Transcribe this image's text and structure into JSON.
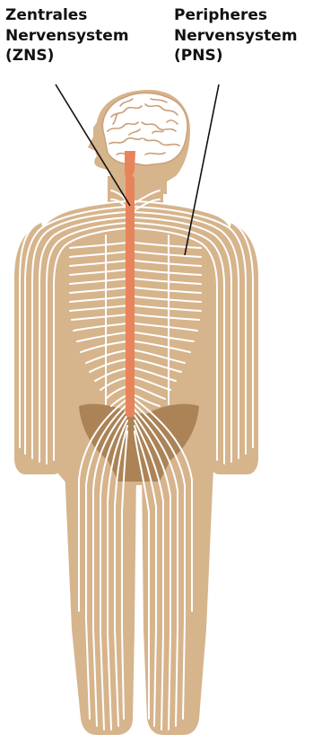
{
  "labels": {
    "cns": {
      "line1": "Zentrales",
      "line2": "Nervensystem",
      "line3": "(ZNS)"
    },
    "pns": {
      "line1": "Peripheres",
      "line2": "Nervensystem",
      "line3": "(PNS)"
    }
  },
  "colors": {
    "body_fill": "#d6b48c",
    "pelvis_fill": "#a37a4c",
    "nerve_lines": "#ffffff",
    "spinal_cord": "#e8845c",
    "brain_fill": "#ffffff",
    "brain_folds": "#c9a07a",
    "leader_lines": "#111111"
  }
}
